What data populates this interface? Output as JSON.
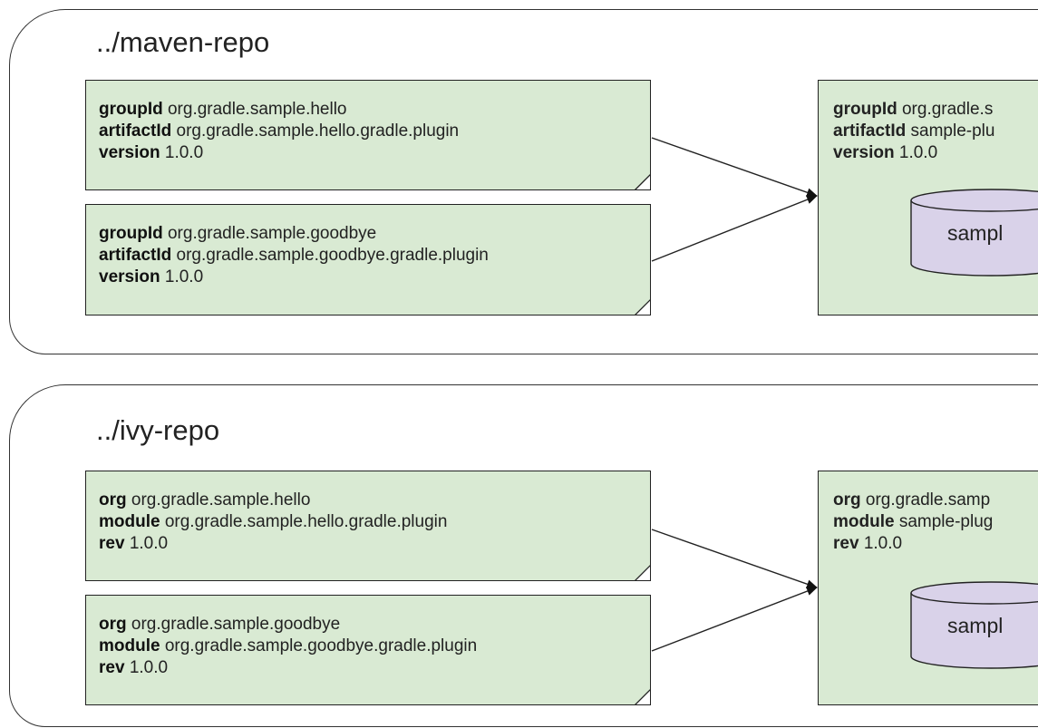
{
  "maven": {
    "title": "../maven-repo",
    "source1": {
      "k1": "groupId",
      "v1": "org.gradle.sample.hello",
      "k2": "artifactId",
      "v2": "org.gradle.sample.hello.gradle.plugin",
      "k3": "version",
      "v3": "1.0.0"
    },
    "source2": {
      "k1": "groupId",
      "v1": "org.gradle.sample.goodbye",
      "k2": "artifactId",
      "v2": "org.gradle.sample.goodbye.gradle.plugin",
      "k3": "version",
      "v3": "1.0.0"
    },
    "target": {
      "k1": "groupId",
      "v1": "org.gradle.s",
      "k2": "artifactId",
      "v2": "sample-plu",
      "k3": "version",
      "v3": "1.0.0",
      "cylinder_label": "sampl"
    }
  },
  "ivy": {
    "title": "../ivy-repo",
    "source1": {
      "k1": "org",
      "v1": "org.gradle.sample.hello",
      "k2": "module",
      "v2": "org.gradle.sample.hello.gradle.plugin",
      "k3": "rev",
      "v3": "1.0.0"
    },
    "source2": {
      "k1": "org",
      "v1": "org.gradle.sample.goodbye",
      "k2": "module",
      "v2": "org.gradle.sample.goodbye.gradle.plugin",
      "k3": "rev",
      "v3": "1.0.0"
    },
    "target": {
      "k1": "org",
      "v1": "org.gradle.samp",
      "k2": "module",
      "v2": "sample-plug",
      "k3": "rev",
      "v3": "1.0.0",
      "cylinder_label": "sampl"
    }
  },
  "colors": {
    "note_fill": "#d9ead3",
    "cylinder_fill": "#d9d2e9",
    "stroke": "#222222"
  }
}
